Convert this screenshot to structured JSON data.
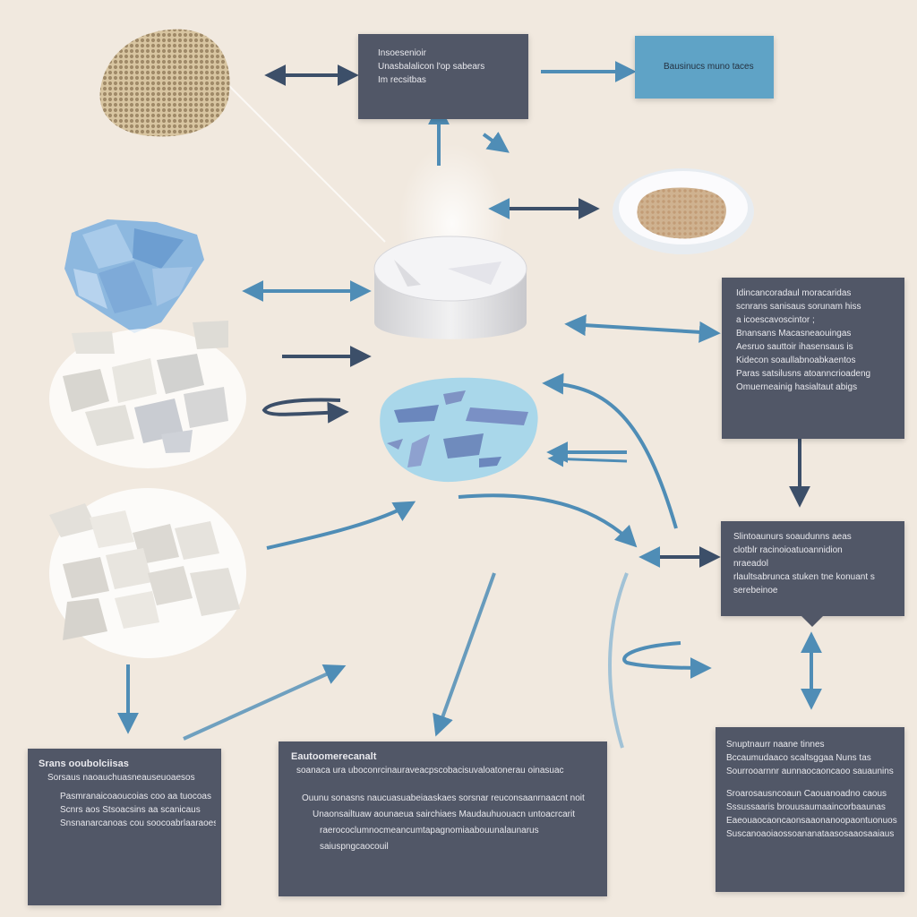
{
  "boxes": {
    "top_center": {
      "lines": [
        "Insoesenioir",
        "Unasbalalicon l'op sabears",
        "Im recsitbas"
      ]
    },
    "top_right": {
      "lines": [
        "Bausinucs muno taces"
      ]
    },
    "right_upper": {
      "lines": [
        "Idincancoradaul moracaridas",
        "scnrans sanisaus sorunam hiss",
        "a icoescavoscintor ;",
        "Bnansans Macasneaouingas",
        "Aesruo sauttoir ihasensaus is",
        "Kidecon soaullabnoabkaentos",
        "Paras satsilusns atoanncrioadeng",
        "Omuerneainig hasialtaut abigs"
      ]
    },
    "right_middle": {
      "lines": [
        "Slintoaunurs soaudunns aeas",
        "clotblr racinoioatuoannidion",
        "nraeadol",
        "rlaultsabrunca stuken tne konuant s",
        "serebeinoe"
      ]
    },
    "bottom_left": {
      "lines": [
        "Srans ooubolciisas",
        "Sorsaus naoauchuasneauseuoaesos",
        "Pasmranaicoaoucoias coo aa tuocoas",
        "Scnrs aos Stsoacsins aa scanicaus",
        "Snsnanarcanoas cou soocoabrlaaraoes"
      ]
    },
    "bottom_center": {
      "lines": [
        "Eautoomerecanalt",
        "soanaca ura uboconrcinauraveacpscobacisuvaloatonerau oinasuac",
        "Ouunu sonasns naucuasuabeiaaskaes sorsnar reuconsaanrnaacnt noit",
        "Unaonsailtuaw aounaeua sairchiaes Maudauhuouacn untoacrcarit",
        "raerococlumnocmeancumtapagnomiaabouunalaunarus",
        "saiuspngcaocouil"
      ]
    },
    "bottom_right": {
      "lines": [
        "Snuptnaurr naane tinnes",
        "Bccaumudaaco scaltsggaa Nuns tas",
        "Sourrooarnnr aunnaocaoncaoo sauaunins",
        "Sroarosausncoaun Caouanoadno caous",
        "Sssussaaris brouusaumaaincorbaaunas",
        "Eaeouaocaoncaonsaaonanoopaontuonuos",
        "Suscanoaoiaossoananataasosaaosaaiaus"
      ]
    }
  },
  "colors": {
    "background": "#f1e9df",
    "box_dark": "#515767",
    "box_blue": "#5fa3c6",
    "arrow_dark": "#3c4f69",
    "arrow_blue": "#4f8db6"
  },
  "icons": {
    "beige_granules": "granule-pile-icon",
    "bowl": "bowl-with-powder-icon",
    "cylinder": "cylinder-tablet-icon",
    "blue_crystals": "blue-crystal-pile-icon",
    "white_chunks": "white-chunk-pile-icon",
    "blue_dish": "blue-dish-with-fragments-icon",
    "white_cubes": "white-cube-pile-icon"
  }
}
